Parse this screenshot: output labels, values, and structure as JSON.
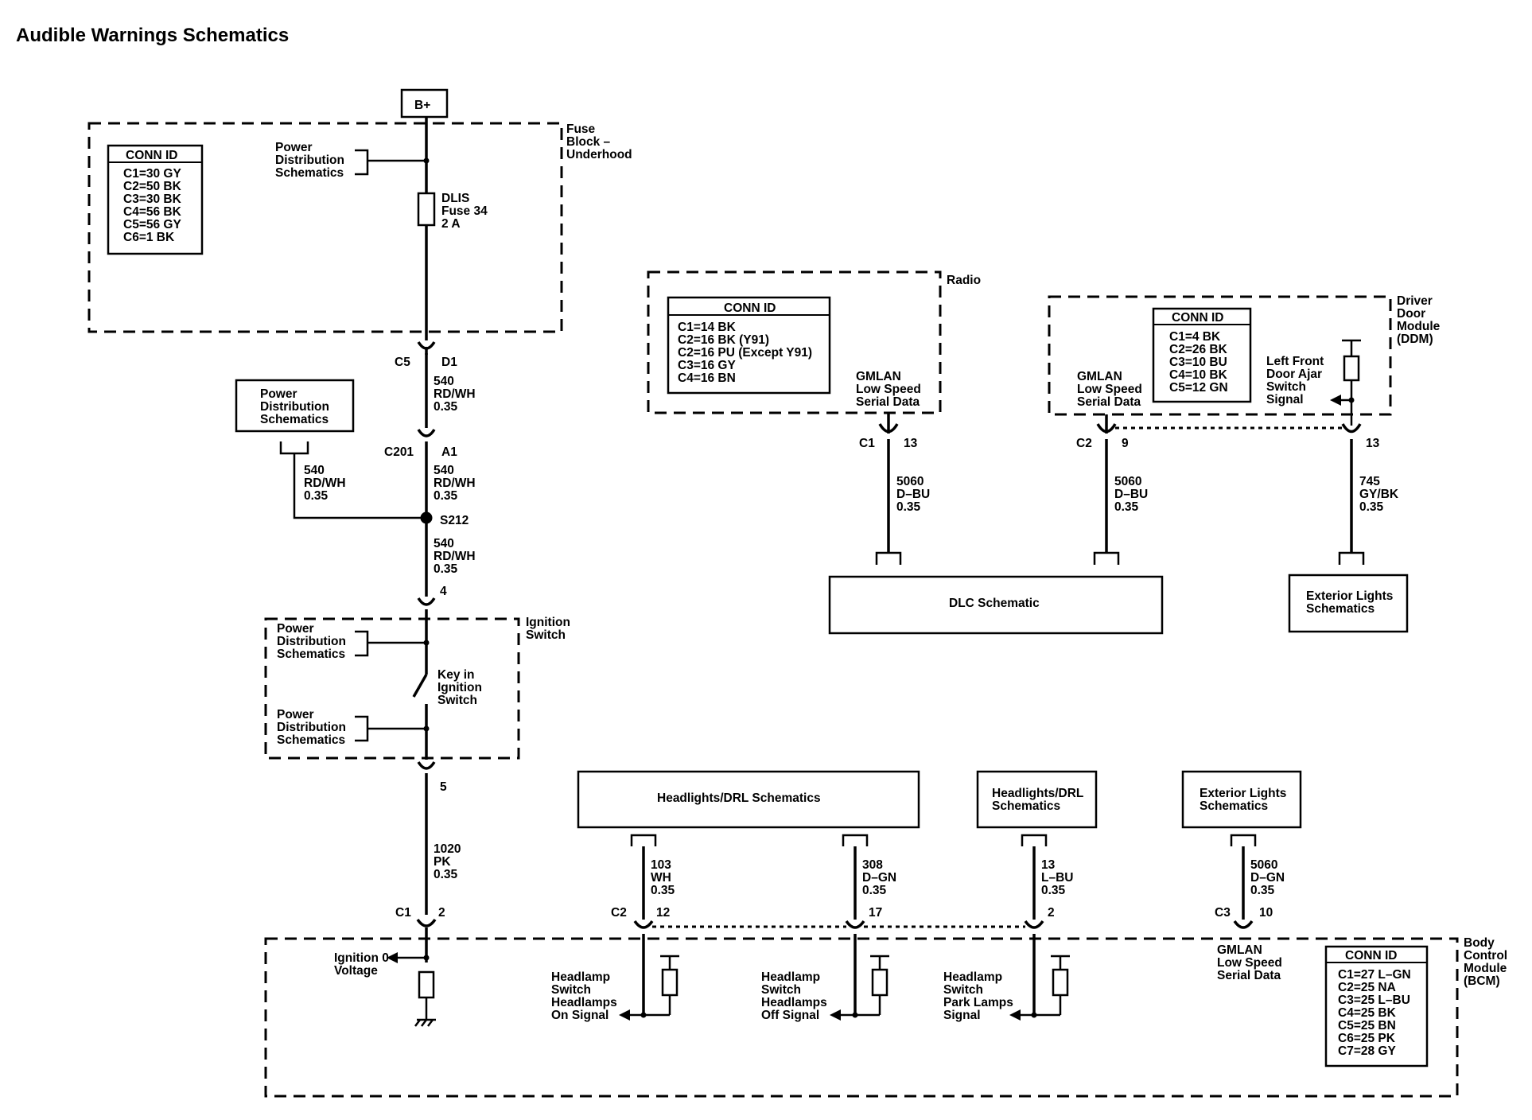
{
  "title": "Audible Warnings Schematics",
  "battery": "B+",
  "fuse_block": {
    "name": [
      "Fuse",
      "Block –",
      "Underhood"
    ],
    "conn_header": "CONN ID",
    "conn": [
      "C1=30 GY",
      "C2=50 BK",
      "C3=30 BK",
      "C4=56 BK",
      "C5=56 GY",
      "C6=1 BK"
    ],
    "power_ref": [
      "Power",
      "Distribution",
      "Schematics"
    ],
    "fuse": [
      "DLIS",
      "Fuse 34",
      "2 A"
    ]
  },
  "connectors": {
    "c5_d1": {
      "conn": "C5",
      "pin": "D1"
    },
    "c201_a1": {
      "conn": "C201",
      "pin": "A1"
    },
    "ign_in_pin": "4",
    "ign_out_pin": "5",
    "splice": "S212"
  },
  "wires": {
    "w540a": [
      "540",
      "RD/WH",
      "0.35"
    ],
    "w540b": [
      "540",
      "RD/WH",
      "0.35"
    ],
    "w540c": [
      "540",
      "RD/WH",
      "0.35"
    ],
    "w540side": [
      "540",
      "RD/WH",
      "0.35"
    ],
    "w1020": [
      "1020",
      "PK",
      "0.35"
    ],
    "w5060radio": [
      "5060",
      "D–BU",
      "0.35"
    ],
    "w5060ddm": [
      "5060",
      "D–BU",
      "0.35"
    ],
    "w745": [
      "745",
      "GY/BK",
      "0.35"
    ],
    "w103": [
      "103",
      "WH",
      "0.35"
    ],
    "w308": [
      "308",
      "D–GN",
      "0.35"
    ],
    "w13": [
      "13",
      "L–BU",
      "0.35"
    ],
    "w5060bcm": [
      "5060",
      "D–GN",
      "0.35"
    ]
  },
  "power_dist_box": [
    "Power",
    "Distribution",
    "Schematics"
  ],
  "ignition_switch": {
    "name": [
      "Ignition",
      "Switch"
    ],
    "power_ref_top": [
      "Power",
      "Distribution",
      "Schematics"
    ],
    "power_ref_bottom": [
      "Power",
      "Distribution",
      "Schematics"
    ],
    "key": [
      "Key in",
      "Ignition",
      "Switch"
    ]
  },
  "radio": {
    "name": "Radio",
    "conn_header": "CONN ID",
    "conn": [
      "C1=14 BK",
      "C2=16 BK (Y91)",
      "C2=16 PU (Except Y91)",
      "C3=16 GY",
      "C4=16 BN"
    ],
    "gmlan": [
      "GMLAN",
      "Low Speed",
      "Serial Data"
    ],
    "conn_label": "C1",
    "pin": "13"
  },
  "ddm": {
    "name": [
      "Driver",
      "Door",
      "Module",
      "(DDM)"
    ],
    "conn_header": "CONN ID",
    "conn": [
      "C1=4 BK",
      "C2=26 BK",
      "C3=10 BU",
      "C4=10 BK",
      "C5=12 GN"
    ],
    "gmlan": [
      "GMLAN",
      "Low Speed",
      "Serial Data"
    ],
    "ajar": [
      "Left Front",
      "Door Ajar",
      "Switch",
      "Signal"
    ],
    "conn_label": "C2",
    "pin_gmlan": "9",
    "pin_ajar": "13"
  },
  "dlc": "DLC Schematic",
  "ext_lights_top": [
    "Exterior Lights",
    "Schematics"
  ],
  "headlights_big": "Headlights/DRL Schematics",
  "headlights_small": [
    "Headlights/DRL",
    "Schematics"
  ],
  "ext_lights_bottom": [
    "Exterior Lights",
    "Schematics"
  ],
  "bcm": {
    "name": [
      "Body",
      "Control",
      "Module",
      "(BCM)"
    ],
    "conn_header": "CONN ID",
    "conn": [
      "C1=27 L–GN",
      "C2=25 NA",
      "C3=25 L–BU",
      "C4=25 BK",
      "C5=25 BN",
      "C6=25 PK",
      "C7=28 GY"
    ],
    "ignition": [
      "Ignition 0",
      "Voltage"
    ],
    "on_signal": [
      "Headlamp",
      "Switch",
      "Headlamps",
      "On Signal"
    ],
    "off_signal": [
      "Headlamp",
      "Switch",
      "Headlamps",
      "Off Signal"
    ],
    "park_signal": [
      "Headlamp",
      "Switch",
      "Park Lamps",
      "Signal"
    ],
    "gmlan": [
      "GMLAN",
      "Low Speed",
      "Serial Data"
    ],
    "c1": {
      "conn": "C1",
      "pin": "2"
    },
    "c2": {
      "conn": "C2",
      "pin": "12"
    },
    "pin17": "17",
    "pin2b": "2",
    "c3": {
      "conn": "C3",
      "pin": "10"
    }
  }
}
